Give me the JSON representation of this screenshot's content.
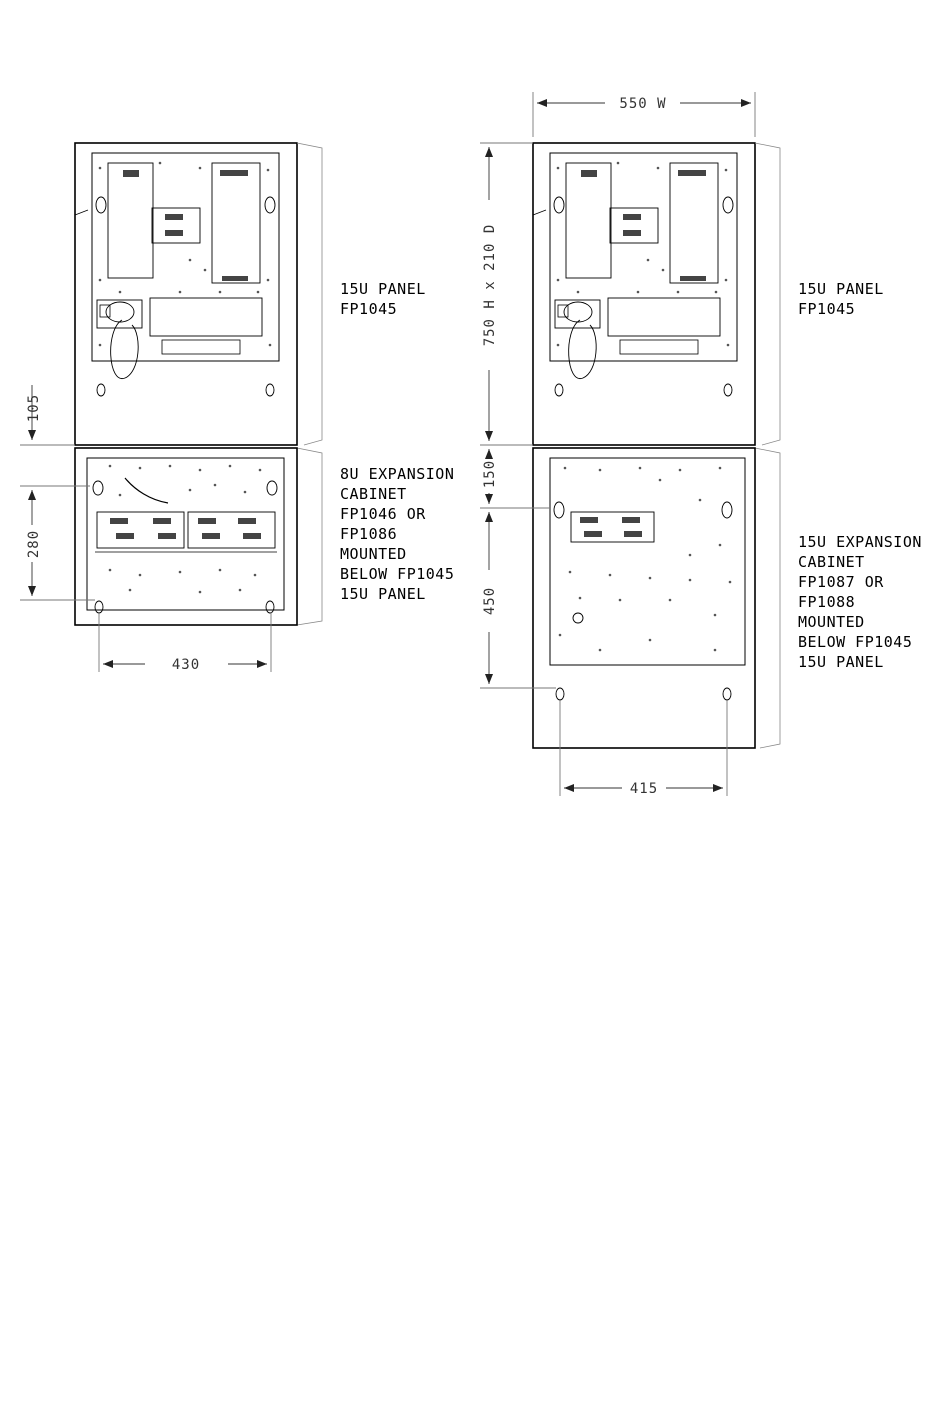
{
  "left_assembly": {
    "top_panel_label": [
      "15U PANEL",
      "FP1045"
    ],
    "bottom_cabinet_label": [
      "8U EXPANSION",
      "CABINET",
      "FP1046 OR",
      "FP1086",
      "MOUNTED",
      "BELOW FP1045",
      "15U PANEL"
    ],
    "dimensions": {
      "top_offset": "105",
      "mount_height": "280",
      "mount_width": "430"
    }
  },
  "right_assembly": {
    "top_panel_label": [
      "15U PANEL",
      "FP1045"
    ],
    "bottom_cabinet_label": [
      "15U EXPANSION",
      "CABINET",
      "FP1087 OR",
      "FP1088",
      "MOUNTED",
      "BELOW FP1045",
      "15U PANEL"
    ],
    "dimensions": {
      "overall_width": "550 W",
      "overall_height": "750 H x 210 D",
      "top_offset": "150",
      "mount_height": "450",
      "mount_width": "415"
    }
  },
  "colors": {
    "line": "#000000",
    "detail": "#444444",
    "dim_line": "#333333"
  }
}
